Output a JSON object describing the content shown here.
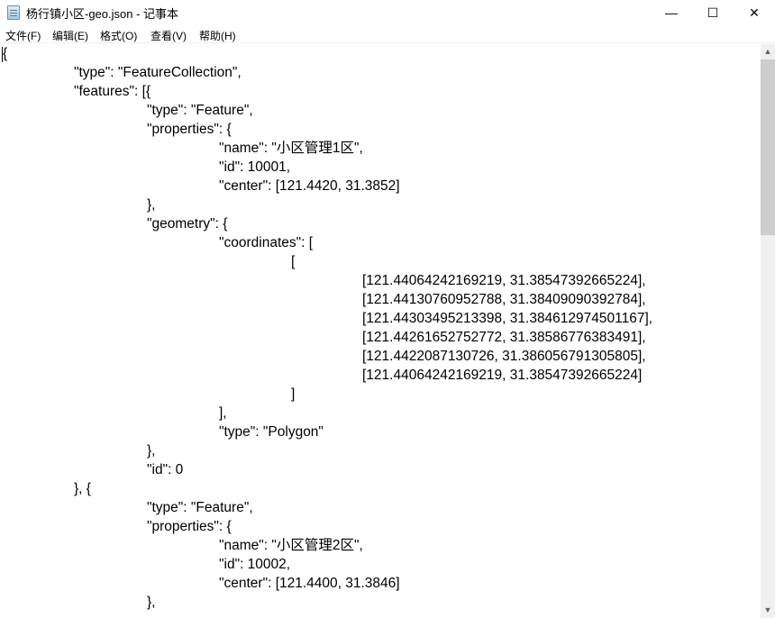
{
  "window": {
    "title": "杨行镇小区-geo.json - 记事本",
    "minimize": "—",
    "maximize": "☐",
    "close": "✕"
  },
  "menu": [
    {
      "label": "文件(F)"
    },
    {
      "label": "编辑(E)"
    },
    {
      "label": "格式(O)"
    },
    {
      "label": "查看(V)"
    },
    {
      "label": "帮助(H)"
    }
  ],
  "scrollbar": {
    "up": "▲",
    "down": "▼",
    "position_fraction": 0.0
  },
  "lines": [
    {
      "indent": 0,
      "text": "{"
    },
    {
      "indent": 1,
      "text": "\"type\": \"FeatureCollection\","
    },
    {
      "indent": 1,
      "text": "\"features\": [{"
    },
    {
      "indent": 2,
      "text": "\"type\": \"Feature\","
    },
    {
      "indent": 2,
      "text": "\"properties\": {"
    },
    {
      "indent": 3,
      "text": "\"name\": \"小区管理1区\","
    },
    {
      "indent": 3,
      "text": "\"id\": 10001,"
    },
    {
      "indent": 3,
      "text": "\"center\": [121.4420, 31.3852]"
    },
    {
      "indent": 2,
      "text": "},"
    },
    {
      "indent": 2,
      "text": "\"geometry\": {"
    },
    {
      "indent": 3,
      "text": "\"coordinates\": ["
    },
    {
      "indent": 4,
      "text": "["
    },
    {
      "indent": 5,
      "text": "[121.44064242169219, 31.38547392665224],"
    },
    {
      "indent": 5,
      "text": "[121.44130760952788, 31.38409090392784],"
    },
    {
      "indent": 5,
      "text": "[121.44303495213398, 31.384612974501167],"
    },
    {
      "indent": 5,
      "text": "[121.44261652752772, 31.38586776383491],"
    },
    {
      "indent": 5,
      "text": "[121.4422087130726, 31.386056791305805],"
    },
    {
      "indent": 5,
      "text": "[121.44064242169219, 31.38547392665224]"
    },
    {
      "indent": 4,
      "text": "]"
    },
    {
      "indent": 3,
      "text": "],"
    },
    {
      "indent": 3,
      "text": "\"type\": \"Polygon\""
    },
    {
      "indent": 2,
      "text": "},"
    },
    {
      "indent": 2,
      "text": "\"id\": 0"
    },
    {
      "indent": 1,
      "text": "}, {"
    },
    {
      "indent": 2,
      "text": "\"type\": \"Feature\","
    },
    {
      "indent": 2,
      "text": "\"properties\": {"
    },
    {
      "indent": 3,
      "text": "\"name\": \"小区管理2区\","
    },
    {
      "indent": 3,
      "text": "\"id\": 10002,"
    },
    {
      "indent": 3,
      "text": "\"center\": [121.4400, 31.3846]"
    },
    {
      "indent": 2,
      "text": "},"
    }
  ]
}
